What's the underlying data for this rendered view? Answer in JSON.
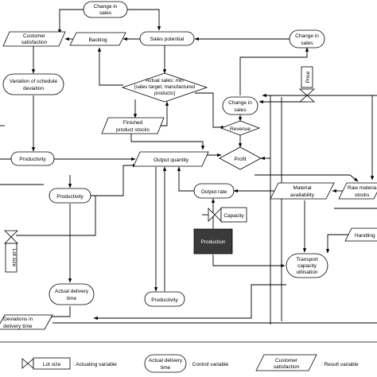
{
  "nodes": {
    "change_in_sales_top": [
      "Change in",
      "sales"
    ],
    "customer_satisfaction": [
      "Customer",
      "satisfaction"
    ],
    "backlog": [
      "Backlog"
    ],
    "sales_potential": [
      "Sales potential"
    ],
    "change_in_sales_right": [
      "Change in",
      "sales"
    ],
    "variation_schedule": [
      "Variation of schedule",
      "deviation"
    ],
    "price": [
      "Price"
    ],
    "actual_sales": [
      "Actual sales: min",
      "[sales target; manufactured",
      "products]"
    ],
    "change_in_sales_mid": [
      "Change in",
      "sales"
    ],
    "finished_stocks": [
      "Finished",
      "product stocks"
    ],
    "revenue": [
      "Revenue"
    ],
    "productivity_left": [
      "Productivity"
    ],
    "output_quantity": [
      "Output quantity"
    ],
    "profit": [
      "Profit"
    ],
    "material_availability": [
      "Material",
      "availability"
    ],
    "raw_material_stocks": [
      "Raw materia",
      "stocks"
    ],
    "output_rate": [
      "Output rate"
    ],
    "productivity_mid": [
      "Productivity"
    ],
    "capacity": [
      "Capacity"
    ],
    "production": [
      "Production"
    ],
    "handling": [
      "Handling"
    ],
    "lot_size": [
      "Lot size"
    ],
    "transport_capacity": [
      "Transport",
      "capacity",
      "utilisation"
    ],
    "actual_delivery": [
      "Actual delivery",
      "time"
    ],
    "productivity_bottom": [
      "Productivity"
    ],
    "deviations_delivery": [
      "Deviations in",
      "delivery time"
    ]
  },
  "legend": {
    "actuating": {
      "sample": "Lot size",
      "desc": ": Actuating variable"
    },
    "control": {
      "sample": [
        "Actual delivery",
        "time"
      ],
      "desc": ": Control variable"
    },
    "result": {
      "sample": [
        "Customer",
        "satisfaction"
      ],
      "desc": ": Result variable"
    }
  }
}
